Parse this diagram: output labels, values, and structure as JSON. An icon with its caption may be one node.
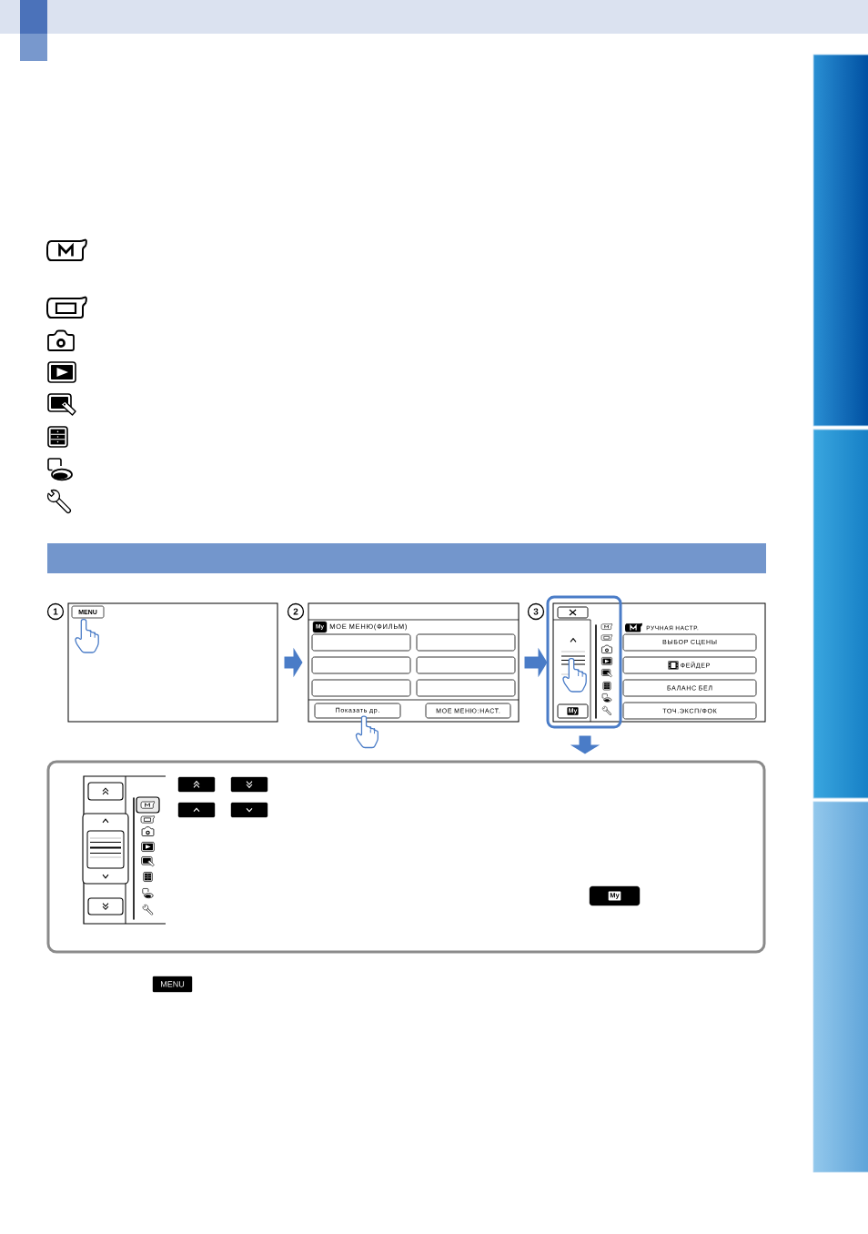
{
  "diagram": {
    "nodes": [
      {
        "text": [],
        "shape": "bar"
      },
      {
        "text": [],
        "shape": "box",
        "beside": [
          "1"
        ]
      },
      {
        "text": [
          "MENU"
        ],
        "in": 1
      },
      {
        "text": [
          "МОЕ МЕНЮ(ФИЛЬМ)"
        ],
        "beside": [
          "2"
        ]
      },
      {
        "text": [
          "My"
        ],
        "in": 3
      },
      {
        "text": [],
        "shape": "box",
        "in": 3
      },
      {
        "text": [],
        "shape": "box",
        "in": 3
      },
      {
        "text": [],
        "shape": "box",
        "in": 3
      },
      {
        "text": [],
        "shape": "box",
        "in": 3
      },
      {
        "text": [],
        "shape": "box",
        "in": 3
      },
      {
        "text": [],
        "shape": "box",
        "in": 3
      },
      {
        "text": [
          "Показать др."
        ],
        "in": 3
      },
      {
        "text": [
          "МОЕ МЕНЮ:НАСТ."
        ],
        "in": 3
      },
      {
        "text": [
          "РУЧНАЯ НАСТР."
        ],
        "beside": [
          "3"
        ]
      },
      {
        "text": [],
        "shape": "box",
        "in": 13
      },
      {
        "text": [
          "My"
        ],
        "in": 13
      },
      {
        "text": [
          "ВЫБОР СЦЕНЫ"
        ],
        "in": 13
      },
      {
        "text": [
          "ФЕЙДЕР"
        ],
        "in": 13
      },
      {
        "text": [
          "БАЛАНС БЕЛ"
        ],
        "in": 13
      },
      {
        "text": [
          "ТОЧ.ЭКСП/ФОК"
        ],
        "in": 13
      },
      {
        "text": [],
        "shape": "box"
      },
      {
        "text": [],
        "shape": "box",
        "in": 20
      },
      {
        "text": [],
        "shape": "box",
        "in": 20
      },
      {
        "text": [],
        "shape": "box",
        "in": 20
      },
      {
        "text": [],
        "shape": "box",
        "in": 20
      },
      {
        "text": [
          "My"
        ],
        "in": 20
      },
      {
        "text": [
          "MENU"
        ]
      }
    ],
    "edges": [
      {
        "from": 1,
        "to": 3,
        "arrow": "to"
      },
      {
        "from": 3,
        "to": 13,
        "arrow": "to"
      },
      {
        "from": 13,
        "to": 20,
        "arrow": "to"
      }
    ]
  }
}
